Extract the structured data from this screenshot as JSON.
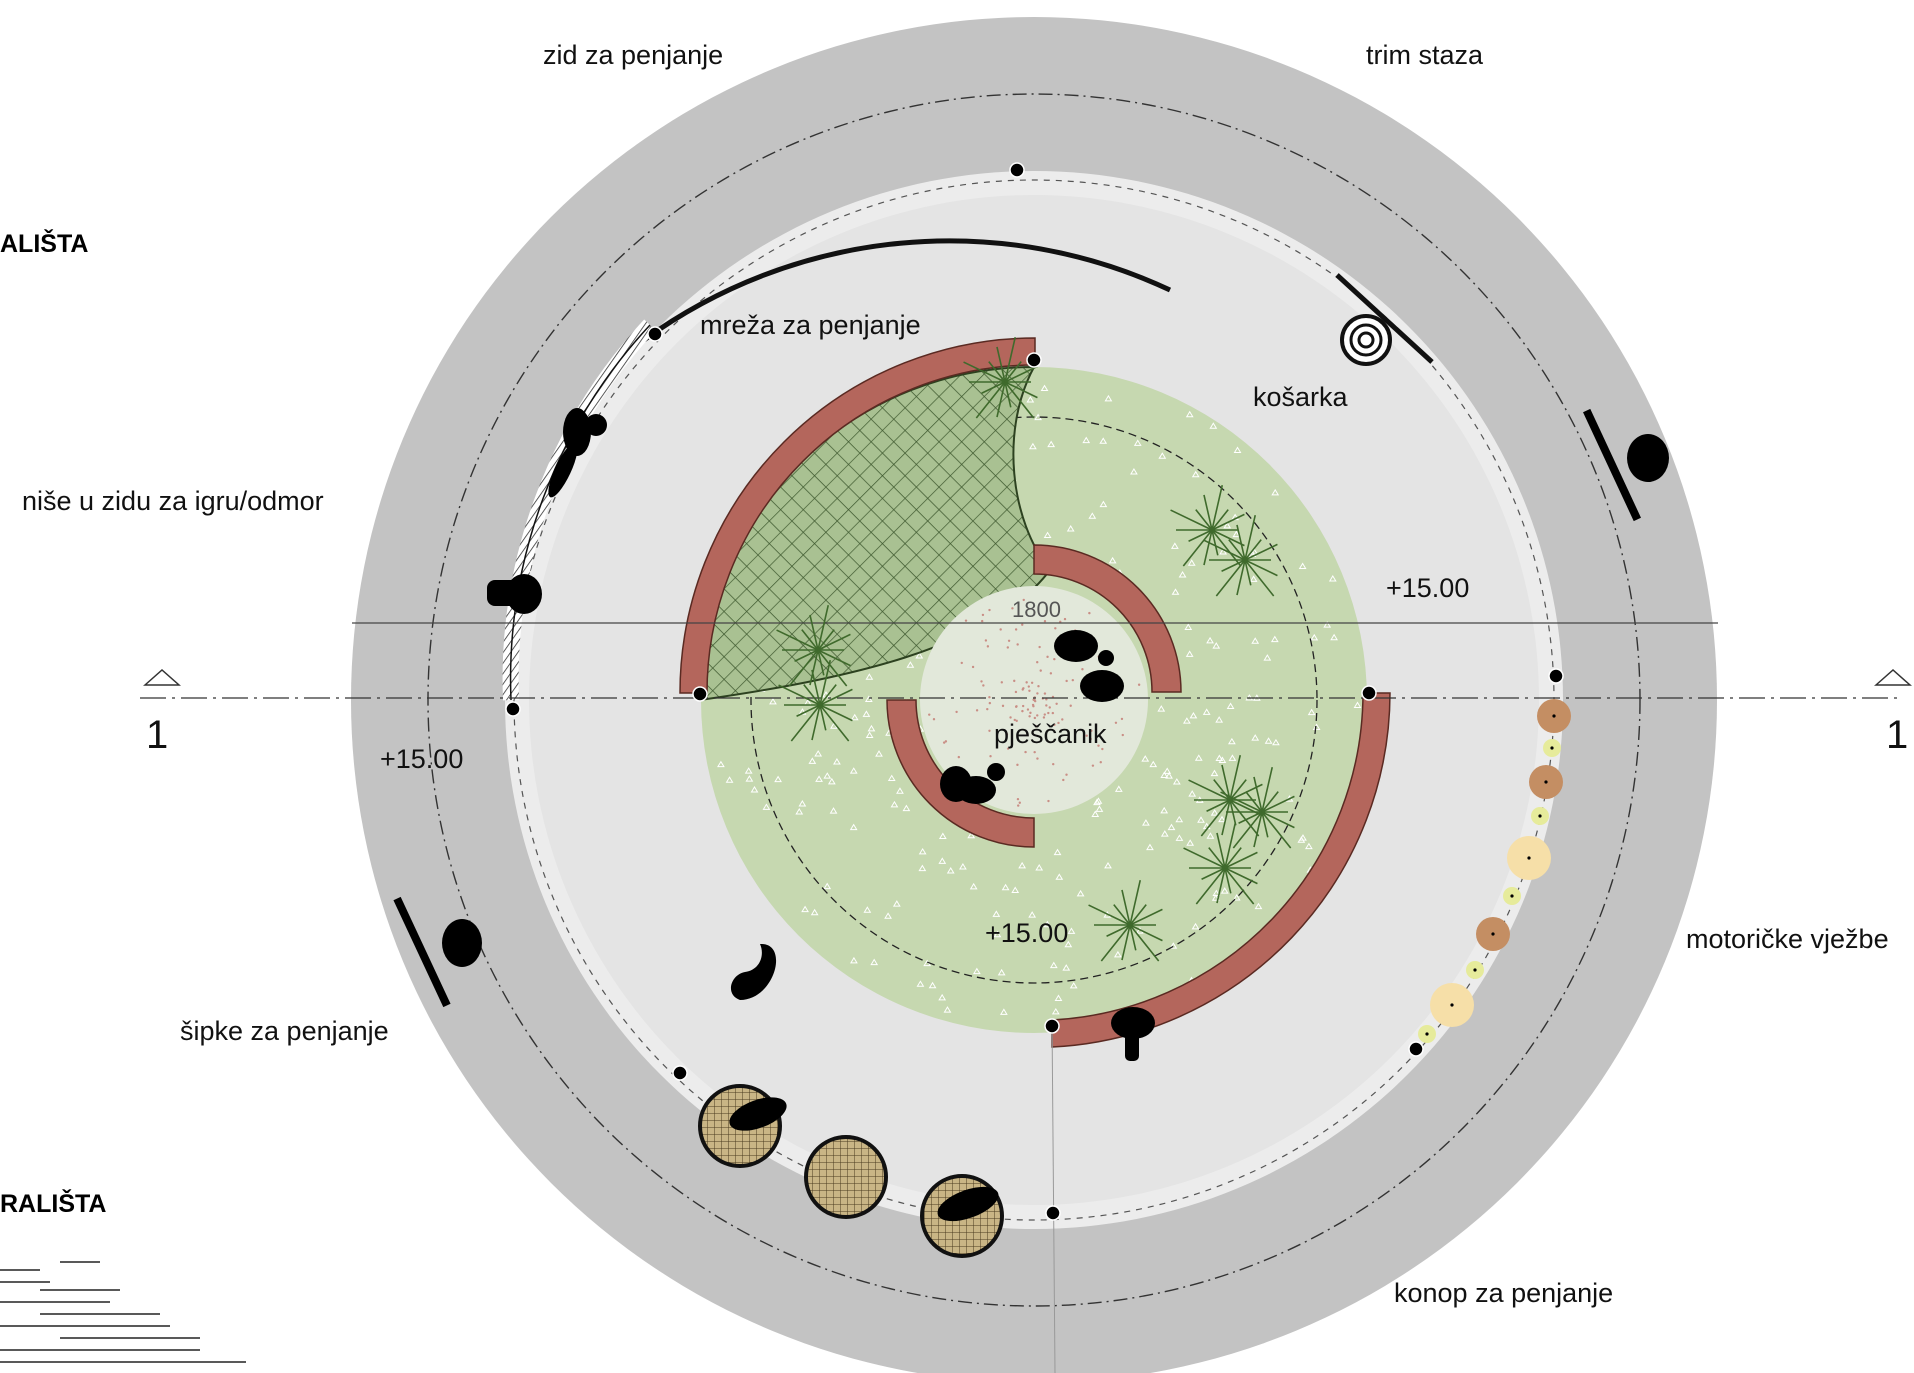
{
  "colors": {
    "outer_ring": "#c3c3c3",
    "plaza": "#ececec",
    "inner_plaza": "#e2e2e2",
    "lawn": "#c6d8b0",
    "lawn_speckle": "#ffffff",
    "sand": "#e2e8da",
    "red_wall": "#b4665c",
    "net": "#3f5a30",
    "plant": "#3f6a2c",
    "silhouette": "#000000",
    "disc_wood": "#c9b585",
    "stone_brown": "#c48e63",
    "stone_cream": "#f6dfa8",
    "stone_yellow": "#e6eb9b"
  },
  "labels": {
    "climbing_wall": "zid za penjanje",
    "fitness_trail": "trim staza",
    "climbing_net": "mreža za penjanje",
    "basketball": "košarka",
    "wall_niches": "niše u zidu  za igru/odmor",
    "level_right": "+15.00",
    "level_left": "+15.00",
    "level_center": "+15.00",
    "sandbox": "pješčanik",
    "sand_dim": "1800",
    "motor_exercises": "motoričke vježbe",
    "climbing_bars": "šipke za penjanje",
    "climbing_rope": "konop za penjanje",
    "heading_top_partial": "ALIŠTA",
    "heading_bottom_partial": "RALIŠTA"
  },
  "section_markers": {
    "left": "1",
    "right": "1"
  },
  "icons": [
    "section-marker-triangle-icon",
    "person-silhouette-icon",
    "grass-plant-icon",
    "tire-icon",
    "stepping-disc-icon",
    "stepping-stone-icon"
  ]
}
